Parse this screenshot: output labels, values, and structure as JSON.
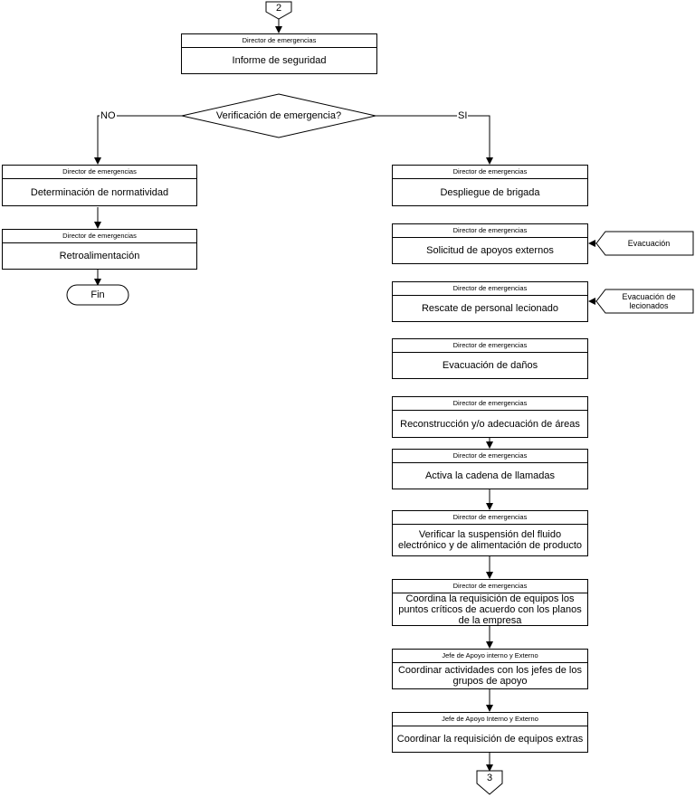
{
  "connectors": {
    "top": "2",
    "bottom": "3"
  },
  "header_step": {
    "role": "Director de emergencias",
    "task": "Informe de seguridad"
  },
  "decision": {
    "question": "Verificación de emergencia?",
    "no_label": "NO",
    "yes_label": "SI"
  },
  "no_branch": [
    {
      "role": "Director de emergencias",
      "task": "Determinación de normatividad"
    },
    {
      "role": "Director de emergencias",
      "task": "Retroalimentación"
    }
  ],
  "terminal": "Fin",
  "yes_branch": [
    {
      "role": "Director de emergencias",
      "task": "Despliegue de brigada"
    },
    {
      "role": "Director de emergencias",
      "task": "Solicitud de apoyos externos"
    },
    {
      "role": "Director de emergencias",
      "task": "Rescate de personal lecionado"
    },
    {
      "role": "Director de emergencias",
      "task": "Evacuación de daños"
    },
    {
      "role": "Director de emergencias",
      "task": "Reconstrucción y/o adecuación de áreas"
    },
    {
      "role": "Director de emergencias",
      "task": "Activa la cadena de llamadas"
    },
    {
      "role": "Director de emergencias",
      "task": "Verificar la suspensión del fluido electrónico y de alimentación de producto"
    },
    {
      "role": "Director de emergencias",
      "task": "Coordina la requisición de equipos los puntos críticos de acuerdo con los planos de la empresa"
    },
    {
      "role": "Jefe de Apoyo interno y Externo",
      "task": "Coordinar actividades con los jefes de los grupos de apoyo"
    },
    {
      "role": "Jefe de Apoyo Interno y Externo",
      "task": "Coordinar la requisición de equipos extras"
    }
  ],
  "external_inputs": [
    {
      "label": "Evacuación"
    },
    {
      "label": "Evacuación de lecionados"
    }
  ]
}
